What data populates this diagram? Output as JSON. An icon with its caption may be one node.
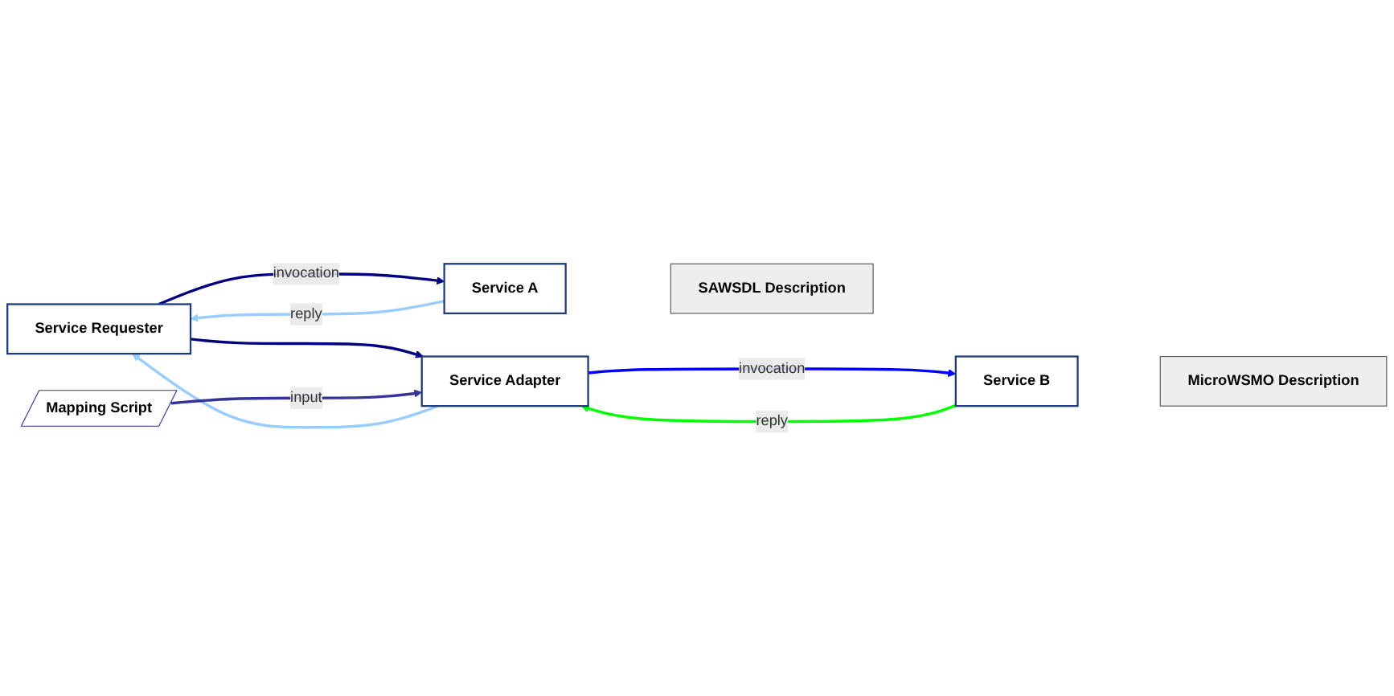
{
  "diagram": {
    "nodes": [
      {
        "text": [
          "Service Requester"
        ]
      },
      {
        "text": [
          "Service A"
        ]
      },
      {
        "text": [
          "SAWSDL Description"
        ]
      },
      {
        "text": [
          "Service Adapter"
        ]
      },
      {
        "text": [
          "Service B"
        ]
      },
      {
        "text": [
          "MicroWSMO Description"
        ]
      },
      {
        "text": [
          "Mapping Script"
        ]
      }
    ],
    "edges": [
      {
        "from": 0,
        "to": 1,
        "arrow": "to",
        "label": "invocation",
        "color": "#000080"
      },
      {
        "from": 1,
        "to": 0,
        "arrow": "to",
        "label": "reply",
        "color": "#99ccff"
      },
      {
        "from": 0,
        "to": 3,
        "arrow": "to",
        "color": "#000080"
      },
      {
        "from": 3,
        "to": 0,
        "arrow": "to",
        "color": "#99ccff"
      },
      {
        "from": 3,
        "to": 4,
        "arrow": "to",
        "label": "invocation",
        "color": "#0000ff"
      },
      {
        "from": 4,
        "to": 3,
        "arrow": "to",
        "label": "reply",
        "color": "#00ff00"
      },
      {
        "from": 6,
        "to": 3,
        "arrow": "to",
        "label": "input",
        "color": "#333399"
      }
    ]
  }
}
